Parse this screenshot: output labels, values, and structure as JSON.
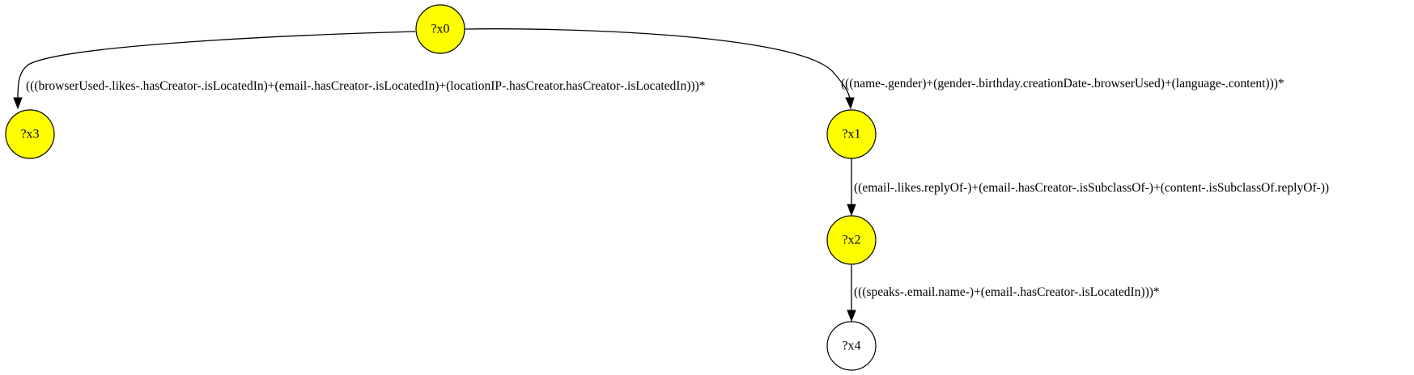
{
  "graph": {
    "nodes": [
      {
        "id": "x0",
        "label": "?x0",
        "fill": "#ffff00"
      },
      {
        "id": "x3",
        "label": "?x3",
        "fill": "#ffff00"
      },
      {
        "id": "x1",
        "label": "?x1",
        "fill": "#ffff00"
      },
      {
        "id": "x2",
        "label": "?x2",
        "fill": "#ffff00"
      },
      {
        "id": "x4",
        "label": "?x4",
        "fill": "#ffffff"
      }
    ],
    "edges": [
      {
        "from": "x0",
        "to": "x3",
        "label": "(((browserUsed-.likes-.hasCreator-.isLocatedIn)+(email-.hasCreator-.isLocatedIn)+(locationIP-.hasCreator.hasCreator-.isLocatedIn)))*"
      },
      {
        "from": "x0",
        "to": "x1",
        "label": "(((name-.gender)+(gender-.birthday.creationDate-.browserUsed)+(language-.content)))*"
      },
      {
        "from": "x1",
        "to": "x2",
        "label": "((email-.likes.replyOf-)+(email-.hasCreator-.isSubclassOf-)+(content-.isSubclassOf.replyOf-))"
      },
      {
        "from": "x2",
        "to": "x4",
        "label": "(((speaks-.email.name-)+(email-.hasCreator-.isLocatedIn)))*"
      }
    ]
  }
}
